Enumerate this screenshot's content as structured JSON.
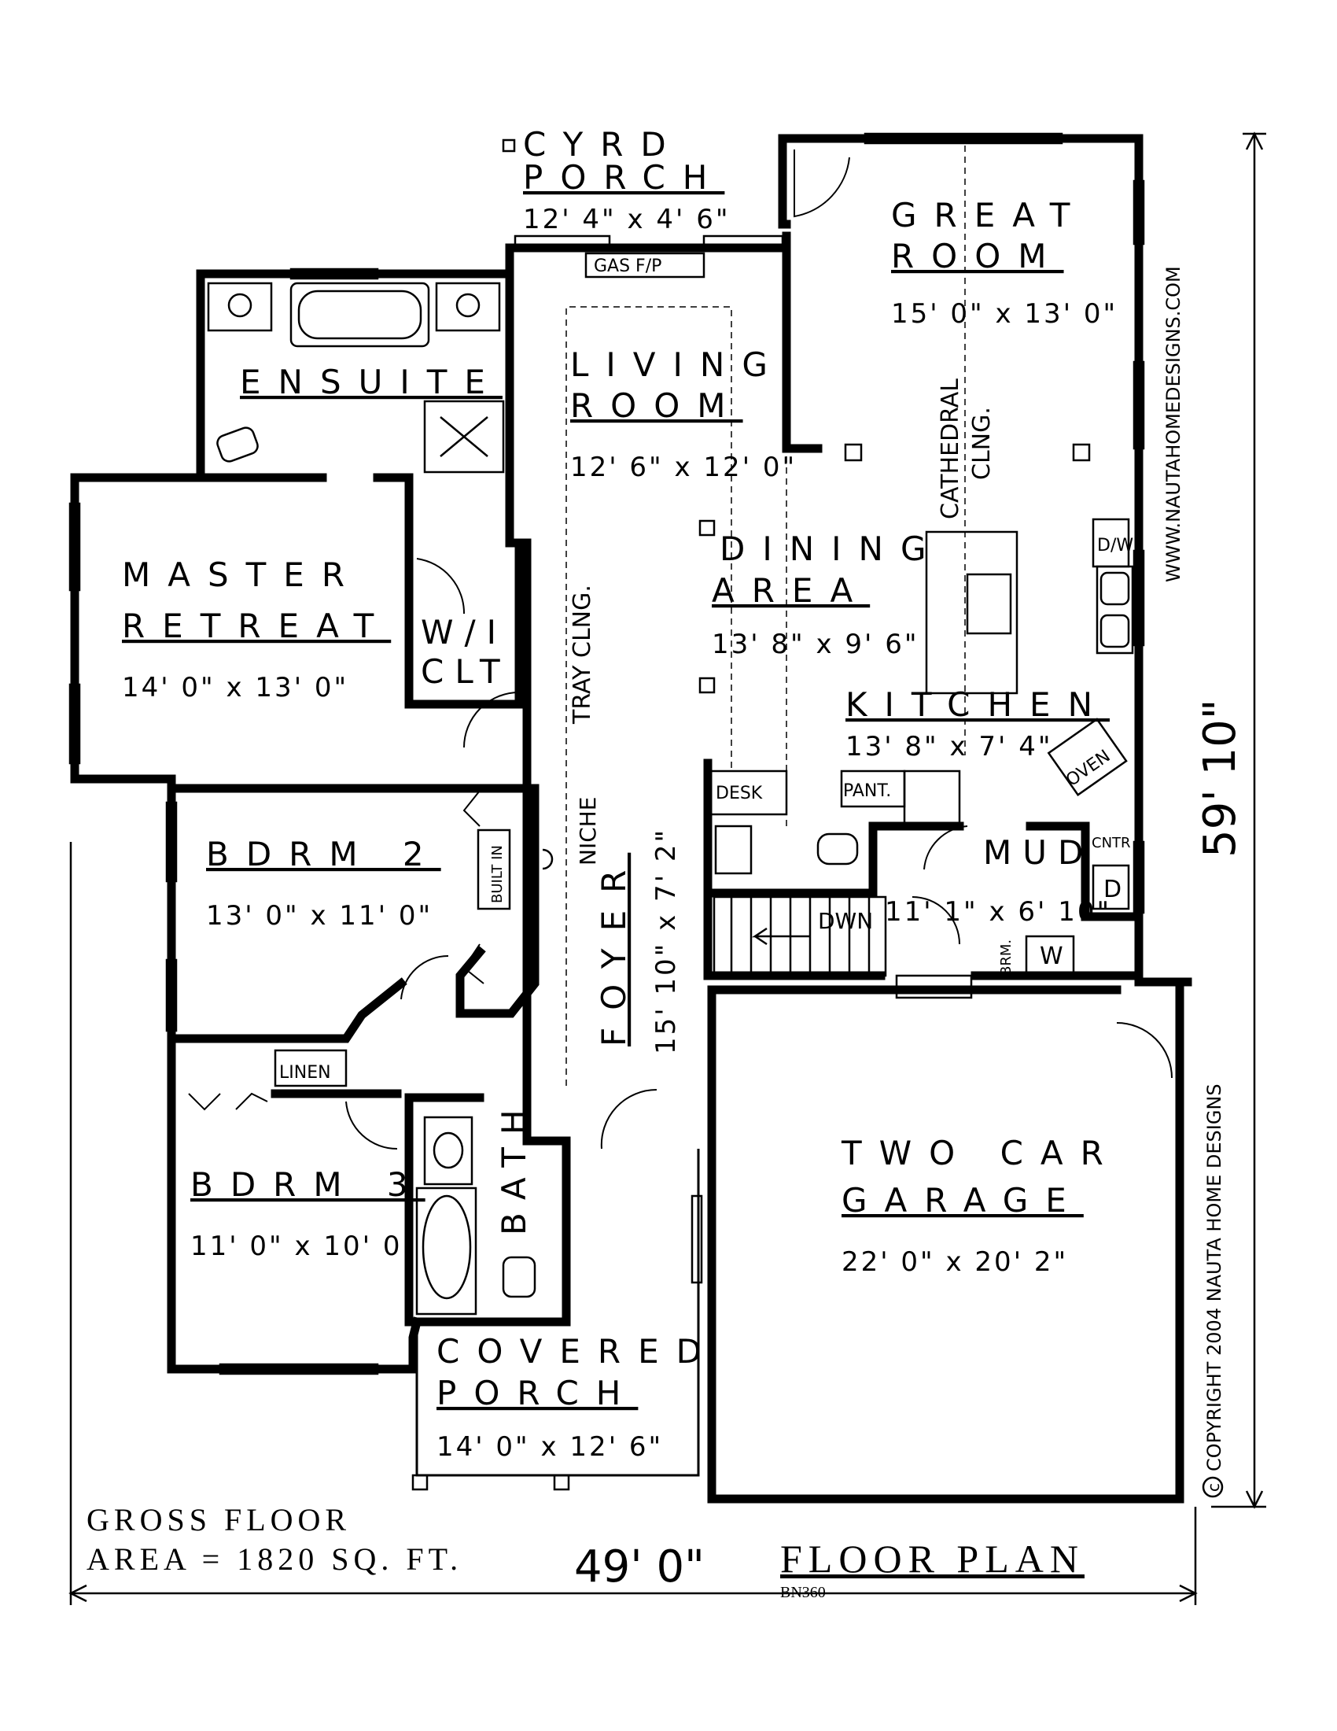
{
  "rooms": {
    "cyrd_porch": {
      "name_line1": "CYRD",
      "name_line2": "PORCH",
      "size": "12' 4\" x 4' 6\""
    },
    "great_room": {
      "name_line1": "GREAT",
      "name_line2": "ROOM",
      "size": "15' 0\" x 13' 0\""
    },
    "ensuite": {
      "name": "ENSUITE"
    },
    "living_room": {
      "name_line1": "LIVING",
      "name_line2": "ROOM",
      "size": "12' 6\" x 12' 0\""
    },
    "master_retreat": {
      "name_line1": "MASTER",
      "name_line2": "RETREAT",
      "size": "14' 0\" x 13' 0\""
    },
    "wic": {
      "name_line1": "W/I",
      "name_line2": "CLT"
    },
    "dining_area": {
      "name_line1": "DINING",
      "name_line2": "AREA",
      "size": "13' 8\" x 9' 6\""
    },
    "kitchen": {
      "name": "KITCHEN",
      "size": "13' 8\" x 7' 4\""
    },
    "bdrm2": {
      "name": "BDRM 2",
      "size": "13' 0\" x 11' 0\""
    },
    "foyer": {
      "name": "FOYER",
      "size": "15' 10\" x 7' 2\""
    },
    "mud": {
      "name": "MUD",
      "size": "11' 1\" x 6' 10\""
    },
    "bdrm3": {
      "name": "BDRM 3",
      "size": "11' 0\" x 10' 0\""
    },
    "bath": {
      "name": "BATH"
    },
    "garage": {
      "name_line1": "TWO CAR",
      "name_line2": "GARAGE",
      "size": "22' 0\" x 20' 2\""
    },
    "covered_porch": {
      "name_line1": "COVERED",
      "name_line2": "PORCH",
      "size": "14' 0\" x 12' 6\""
    }
  },
  "notes": {
    "gas_fp": "GAS F/P",
    "cathedral_line1": "CATHEDRAL",
    "cathedral_line2": "CLNG.",
    "tray": "TRAY CLNG.",
    "niche": "NICHE",
    "built_in": "BUILT IN",
    "linen": "LINEN",
    "desk": "DESK",
    "pantry": "PANT.",
    "oven": "OVEN",
    "dw": "D/W",
    "cntr": "CNTR",
    "dryer": "D",
    "washer": "W",
    "brm": "BRM.",
    "dwn": "DWN"
  },
  "dimensions": {
    "width": "49' 0\"",
    "depth": "59' 10\""
  },
  "footer": {
    "gross_line1": "GROSS FLOOR",
    "gross_line2": "AREA = 1820 SQ. FT.",
    "title": "FLOOR PLAN",
    "plan_code": "BN360"
  },
  "side_text": {
    "website": "WWW.NAUTAHOMEDESIGNS.COM",
    "copyright": "COPYRIGHT 2004 NAUTA HOME DESIGNS",
    "copyright_symbol": "c"
  }
}
